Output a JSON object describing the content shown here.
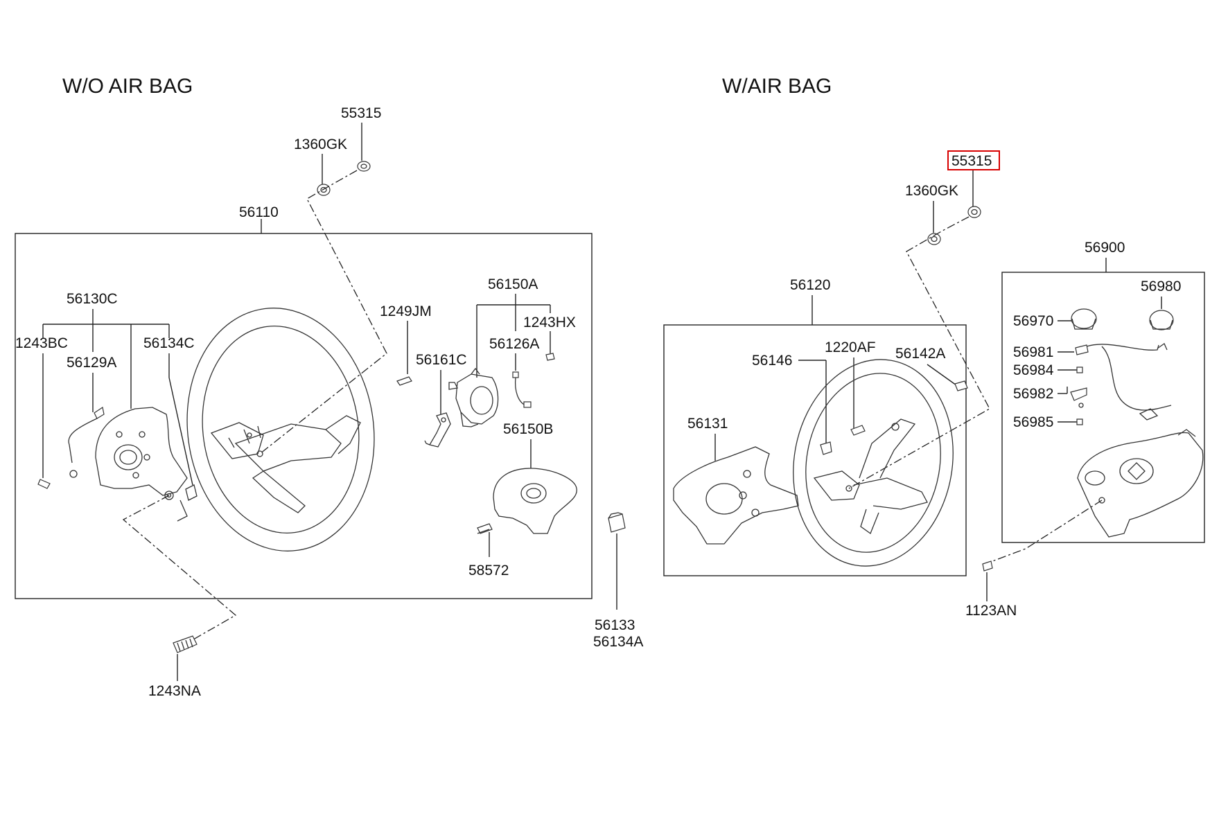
{
  "titles": {
    "without_airbag": "W/O AIR BAG",
    "with_airbag": "W/AIR BAG"
  },
  "labels": {
    "p55315_left": "55315",
    "p1360gk_left": "1360GK",
    "p56110": "56110",
    "p56130c": "56130C",
    "p1243bc": "1243BC",
    "p56129a": "56129A",
    "p56134c": "56134C",
    "p1249jm": "1249JM",
    "p56150a": "56150A",
    "p1243hx": "1243HX",
    "p56126a": "56126A",
    "p56161c": "56161C",
    "p56150b": "56150B",
    "p58572": "58572",
    "p1243na": "1243NA",
    "p56133": "56133",
    "p56134a": "56134A",
    "p55315_right": "55315",
    "p1360gk_right": "1360GK",
    "p56120": "56120",
    "p56146": "56146",
    "p1220af": "1220AF",
    "p56142a": "56142A",
    "p56131": "56131",
    "p56900": "56900",
    "p56980": "56980",
    "p56970": "56970",
    "p56981": "56981",
    "p56984": "56984",
    "p56982": "56982",
    "p56985": "56985",
    "p1123an": "1123AN"
  },
  "highlight": {
    "part": "55315",
    "color": "#d80000"
  }
}
